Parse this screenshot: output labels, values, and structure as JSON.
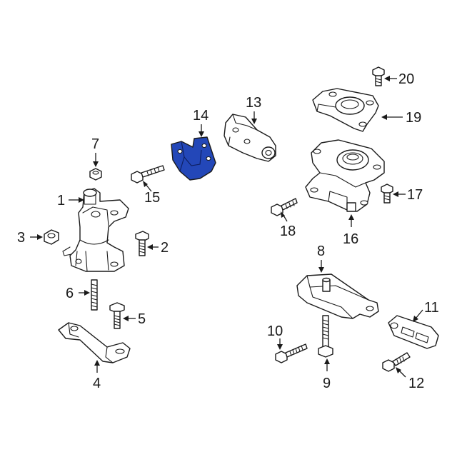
{
  "highlight_color": "#2347b8",
  "callouts": {
    "c1": "1",
    "c2": "2",
    "c3": "3",
    "c4": "4",
    "c5": "5",
    "c6": "6",
    "c7": "7",
    "c8": "8",
    "c9": "9",
    "c10": "10",
    "c11": "11",
    "c12": "12",
    "c13": "13",
    "c14": "14",
    "c15": "15",
    "c16": "16",
    "c17": "17",
    "c18": "18",
    "c19": "19",
    "c20": "20"
  },
  "highlighted_part": "14"
}
